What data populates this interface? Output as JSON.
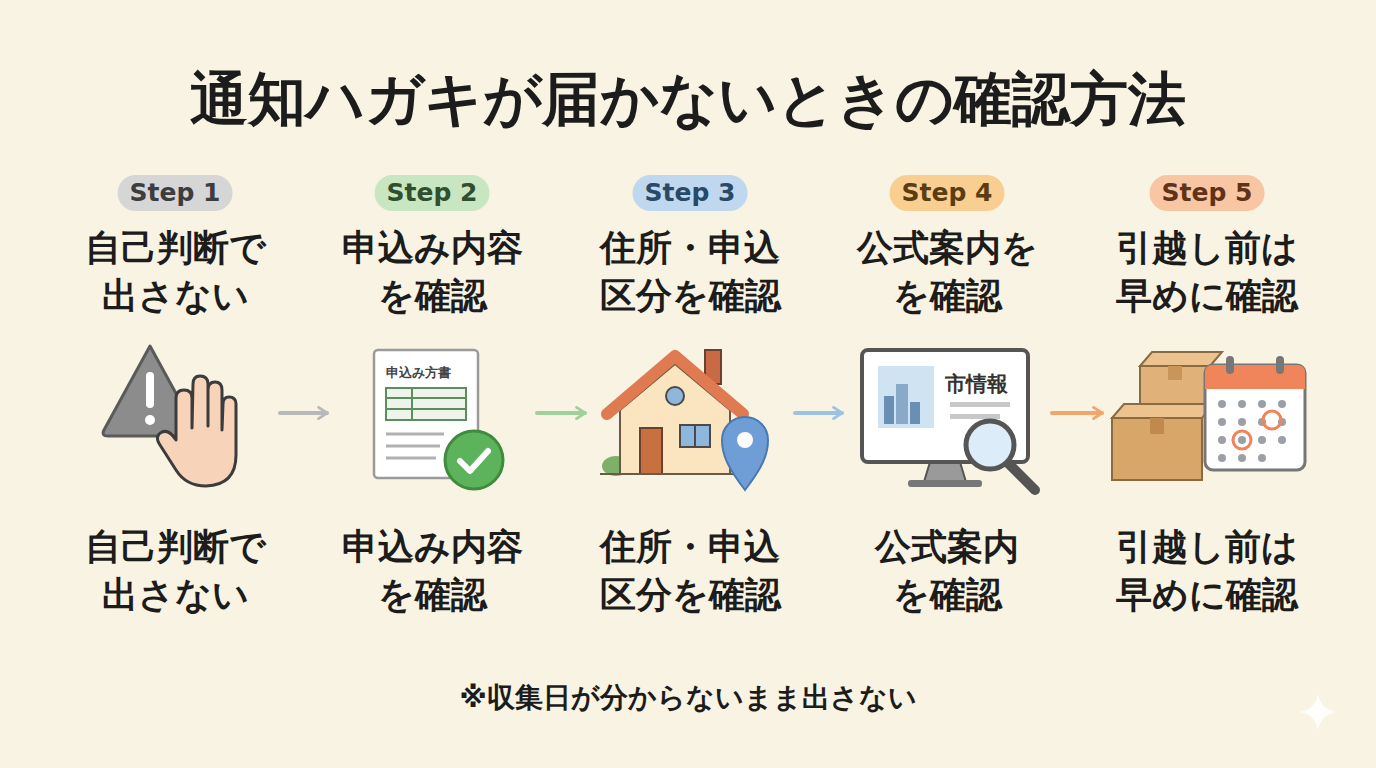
{
  "diagram": {
    "title": "通知ハガキが届かないときの確認方法",
    "caption": "※収集日が分からないまま出さない",
    "nodes": [
      {
        "text": [
          "Step 1",
          "自己判断で 出さない",
          "自己判断で 出さない"
        ]
      },
      {
        "text": [
          "Step 2",
          "申込み内容 を確認",
          "申込み内容 を確認"
        ]
      },
      {
        "text": [
          "Step 3",
          "住所・申込 区分を確認",
          "住所・申込 区分を確認"
        ]
      },
      {
        "text": [
          "Step 4",
          "公式案内を を確認",
          "公式案内 を確認"
        ]
      },
      {
        "text": [
          "Step 5",
          "引越し前は 早めに確認",
          "引越し前は 早めに確認"
        ]
      }
    ],
    "edges": [
      {
        "from": 0,
        "to": 1,
        "arrow": "to"
      },
      {
        "from": 1,
        "to": 2,
        "arrow": "to"
      },
      {
        "from": 2,
        "to": 3,
        "arrow": "to"
      },
      {
        "from": 3,
        "to": 4,
        "arrow": "to"
      }
    ],
    "labels": [
      "申込み方書",
      "市情報"
    ]
  }
}
